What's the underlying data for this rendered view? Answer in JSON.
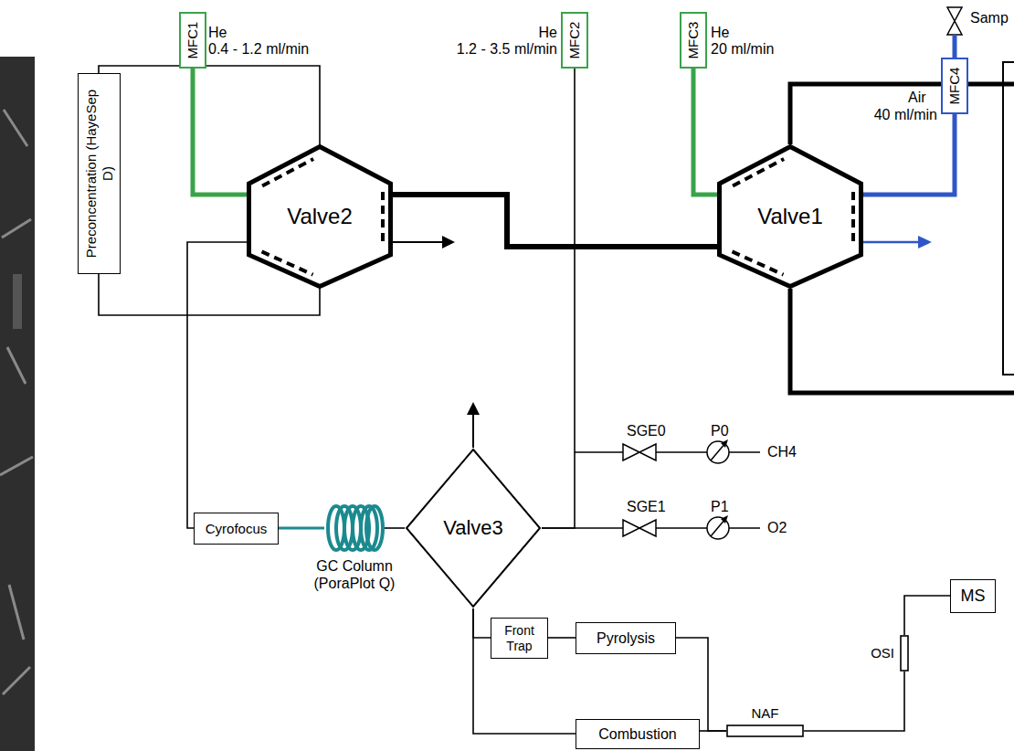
{
  "diagram": {
    "nodes": [
      {
        "text": [
          "MFC1"
        ]
      },
      {
        "text": [
          "MFC2"
        ]
      },
      {
        "text": [
          "MFC3"
        ]
      },
      {
        "text": [
          "MFC4"
        ]
      },
      {
        "text": [
          "Preconcentration (HayeSep D)"
        ]
      },
      {
        "text": [
          "Valve2"
        ]
      },
      {
        "text": [
          "Valve1"
        ]
      },
      {
        "text": [
          "Cyrofocus"
        ]
      },
      {
        "text": [
          "GC Column (PoraPlot Q)"
        ]
      },
      {
        "text": [
          "Valve3"
        ]
      },
      {
        "text": [
          "Front Trap"
        ]
      },
      {
        "text": [
          "Pyrolysis"
        ]
      },
      {
        "text": [
          "Combustion"
        ]
      },
      {
        "text": [
          "NAF"
        ]
      },
      {
        "text": [
          "OSI"
        ]
      },
      {
        "text": [
          "MS"
        ]
      }
    ],
    "edges": [
      {
        "from": 0,
        "to": 5,
        "arrow": "none"
      },
      {
        "from": 2,
        "to": 6,
        "arrow": "none"
      },
      {
        "from": 3,
        "to": 6,
        "arrow": "none"
      },
      {
        "from": 5,
        "to": 6,
        "arrow": "none"
      },
      {
        "from": 4,
        "to": 5,
        "arrow": "none"
      },
      {
        "from": 4,
        "to": 5,
        "arrow": "none"
      },
      {
        "from": 5,
        "to": 7,
        "arrow": "none"
      },
      {
        "from": 7,
        "to": 8,
        "arrow": "none"
      },
      {
        "from": 8,
        "to": 9,
        "arrow": "none"
      },
      {
        "from": 1,
        "to": 9,
        "arrow": "none"
      },
      {
        "from": 9,
        "to": 10,
        "arrow": "none"
      },
      {
        "from": 9,
        "to": 12,
        "arrow": "none"
      },
      {
        "from": 10,
        "to": 11,
        "arrow": "none"
      },
      {
        "from": 11,
        "to": 13,
        "arrow": "none"
      },
      {
        "from": 12,
        "to": 13,
        "arrow": "none"
      },
      {
        "from": 13,
        "to": 14,
        "arrow": "none"
      },
      {
        "from": 14,
        "to": 15,
        "arrow": "none"
      }
    ],
    "labels": [
      "He",
      "0.4 - 1.2 ml/min",
      "He",
      "1.2 - 3.5 ml/min",
      "He",
      "20 ml/min",
      "Samp",
      "Air",
      "40 ml/min",
      "SGE0",
      "P0",
      "CH4",
      "SGE1",
      "P1",
      "O2"
    ]
  }
}
